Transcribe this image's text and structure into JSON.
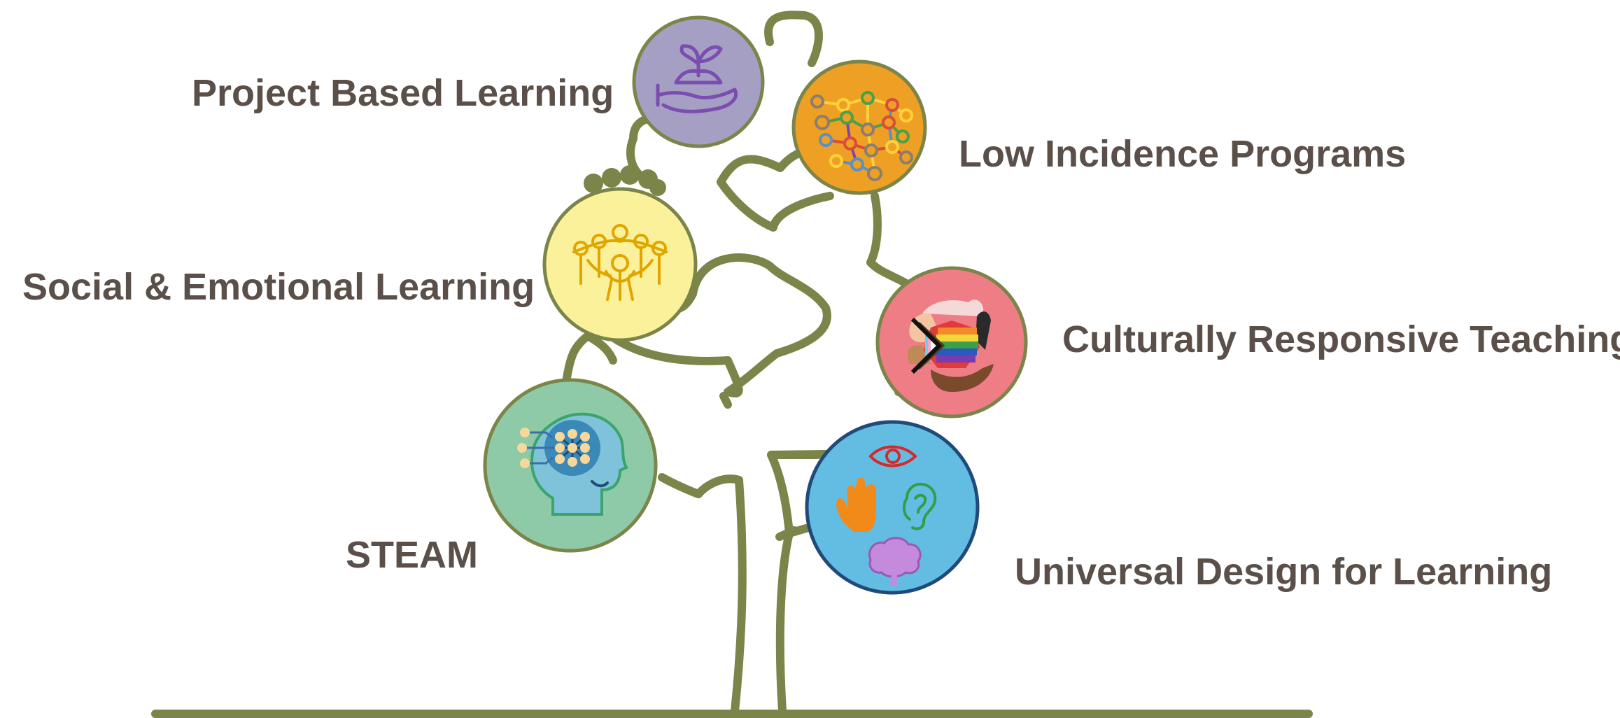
{
  "colors": {
    "tree_outline": "#7b8549",
    "label_text": "#5b5049"
  },
  "topics": [
    {
      "id": "project-based-learning",
      "label": "Project Based Learning",
      "icon": "plant-in-hand-icon",
      "fill": "#a59fc4"
    },
    {
      "id": "low-incidence-programs",
      "label": "Low Incidence Programs",
      "icon": "neural-network-brain-icon",
      "fill": "#eea024"
    },
    {
      "id": "social-emotional-learning",
      "label": "Social & Emotional Learning",
      "icon": "people-circle-icon",
      "fill": "#fbf19a"
    },
    {
      "id": "culturally-responsive-teaching",
      "label": "Culturally Responsive Teaching",
      "icon": "diverse-hands-progress-flag-icon",
      "fill": "#ee7d86"
    },
    {
      "id": "steam",
      "label": "STEAM",
      "icon": "ai-head-circuit-icon",
      "fill": "#8ecaa8"
    },
    {
      "id": "universal-design-for-learning",
      "label": "Universal Design for Learning",
      "icon": "senses-eye-hand-ear-brain-icon",
      "fill": "#63bde3"
    }
  ]
}
